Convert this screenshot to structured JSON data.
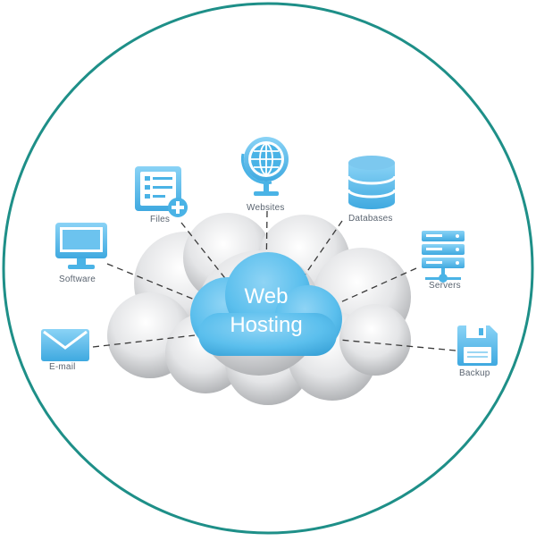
{
  "hub": {
    "line1": "Web",
    "line2": "Hosting"
  },
  "nodes": [
    {
      "id": "files",
      "label": "Files",
      "icon": "file-list-plus-icon"
    },
    {
      "id": "websites",
      "label": "Websites",
      "icon": "globe-icon"
    },
    {
      "id": "databases",
      "label": "Databases",
      "icon": "database-icon"
    },
    {
      "id": "software",
      "label": "Software",
      "icon": "monitor-icon"
    },
    {
      "id": "servers",
      "label": "Servers",
      "icon": "server-rack-icon"
    },
    {
      "id": "email",
      "label": "E-mail",
      "icon": "envelope-icon"
    },
    {
      "id": "backup",
      "label": "Backup",
      "icon": "floppy-disk-icon"
    }
  ],
  "colors": {
    "ring": "#1e8f88",
    "accent": "#4ab3e6",
    "accent_light": "#8fd4f5",
    "cloud": "#cfd1d4",
    "line": "#3a3a3a",
    "label": "#5a6470"
  }
}
